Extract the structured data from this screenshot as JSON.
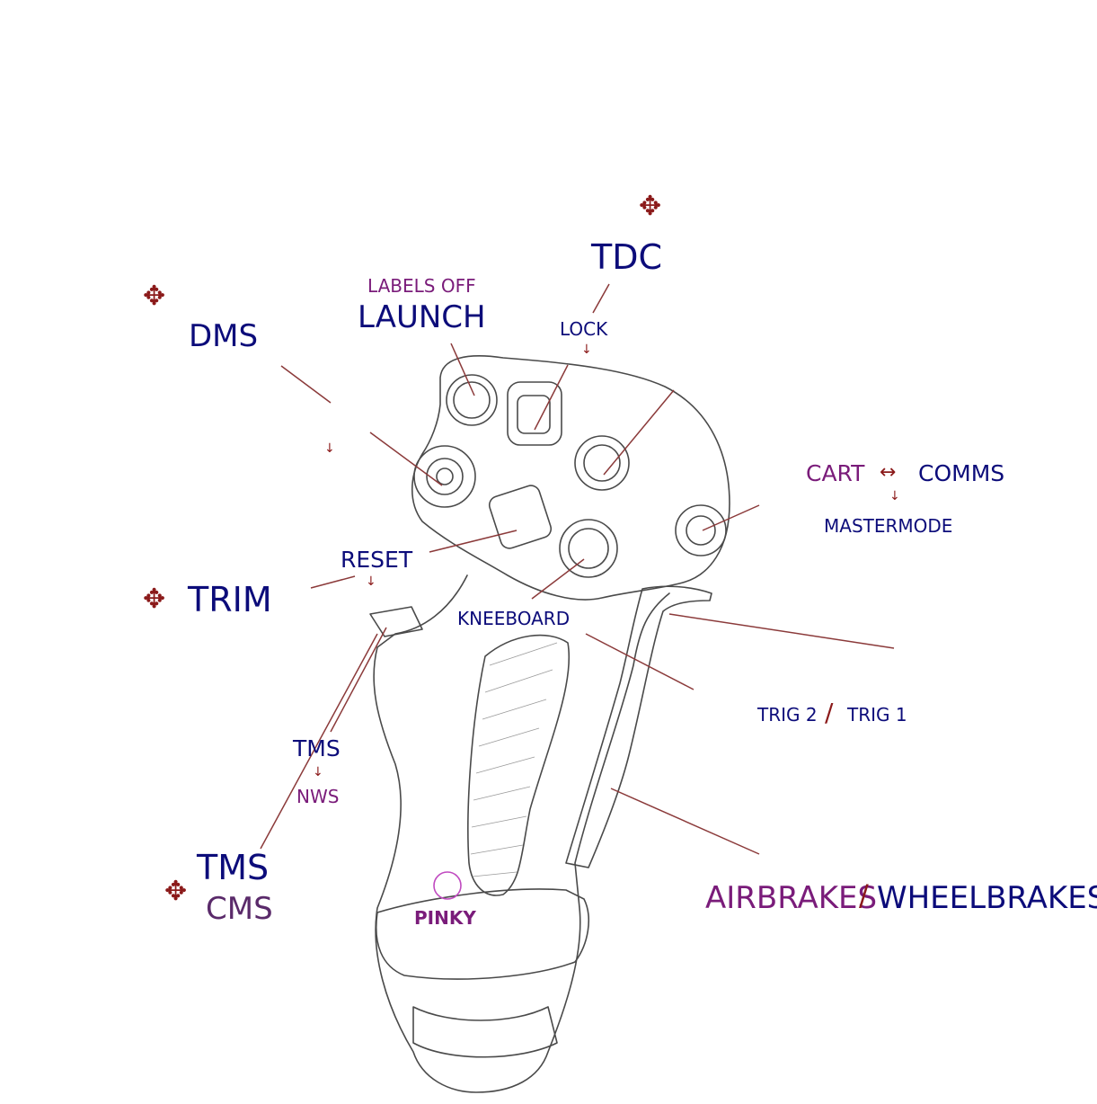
{
  "labels": {
    "labels_off": "LABELS OFF",
    "launch": "LAUNCH",
    "tdc": "TDC",
    "lock": "LOCK",
    "dms": "DMS",
    "cart": "CART",
    "comms": "COMMS",
    "mastermode": "MASTERMODE",
    "reset": "RESET",
    "trim": "TRIM",
    "kneeboard": "KNEEBOARD",
    "trig2": "TRIG 2",
    "trig_sep": "/",
    "trig1": "TRIG 1",
    "tms_small": "TMS",
    "nws": "NWS",
    "tms_large": "TMS",
    "cms": "CMS",
    "pinky": "PINKY",
    "airbrakes": "AIRBRAKES",
    "brake_sep": "/",
    "wheelbrakes": "WHEELBRAKES"
  },
  "icons": {
    "four_way": "✥",
    "down": "↓",
    "left_right": "↔"
  },
  "colors": {
    "primary_label": "#0c0c7a",
    "secondary_label": "#7a1c7a",
    "leader_line": "#8b3a3a",
    "outline": "#555555"
  }
}
